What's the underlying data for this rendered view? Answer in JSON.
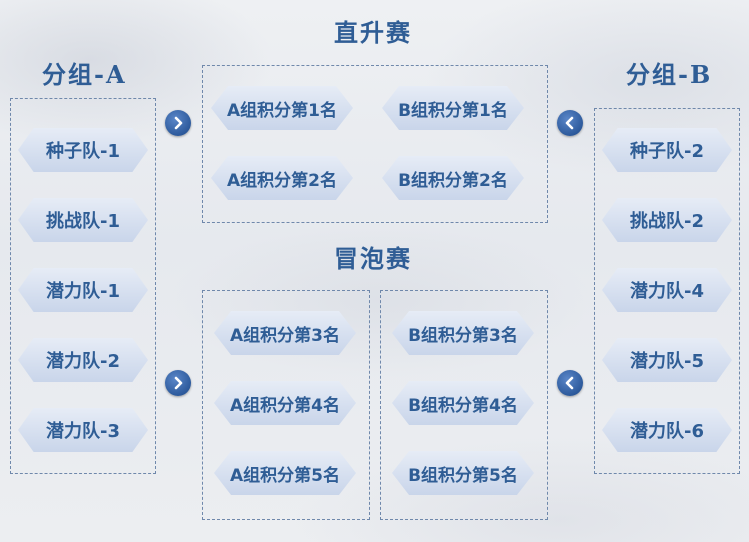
{
  "titles": {
    "direct": "直升赛",
    "bubble": "冒泡赛",
    "group_a": "分组-A",
    "group_b": "分组-B"
  },
  "group_a": {
    "teams": [
      "种子队-1",
      "挑战队-1",
      "潜力队-1",
      "潜力队-2",
      "潜力队-3"
    ]
  },
  "group_b": {
    "teams": [
      "种子队-2",
      "挑战队-2",
      "潜力队-4",
      "潜力队-5",
      "潜力队-6"
    ]
  },
  "direct": {
    "slots": [
      "A组积分第1名",
      "B组积分第1名",
      "A组积分第2名",
      "B组积分第2名"
    ]
  },
  "bubble": {
    "a_slots": [
      "A组积分第3名",
      "A组积分第4名",
      "A组积分第5名"
    ],
    "b_slots": [
      "B组积分第3名",
      "B组积分第4名",
      "B组积分第5名"
    ]
  },
  "icons": {
    "right_arrow": "chevron-right-icon",
    "left_arrow": "chevron-left-icon"
  },
  "colors": {
    "text": "#2f5d95",
    "chip_top": "#e6ecf6",
    "chip_bottom": "#c9d5ea",
    "frame": "#6f88ab",
    "button": "#2d5a9c"
  }
}
